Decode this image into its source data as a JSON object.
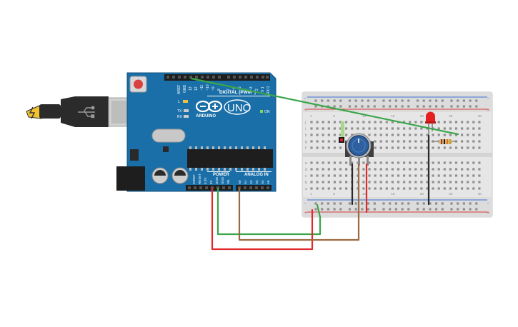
{
  "arduino": {
    "brand": "ARDUINO",
    "model": "UNO",
    "digital_label": "DIGITAL (PWM~)",
    "power_label": "POWER",
    "analog_label": "ANALOG IN",
    "on_label": "ON",
    "l_label": "L",
    "tx_label": "TX",
    "rx_label": "RX",
    "aref_label": "AREF",
    "gnd_label": "GND",
    "digital_pins": [
      "13",
      "12",
      "~11",
      "~10",
      "~9",
      "8",
      "7",
      "~6",
      "~5",
      "4",
      "~3",
      "2",
      "TX 1",
      "RX 0"
    ],
    "power_pins": [
      "IOREF",
      "RESET",
      "3.3V",
      "5V",
      "GND",
      "GND",
      "Vin"
    ],
    "analog_pins": [
      "A0",
      "A1",
      "A2",
      "A3",
      "A4",
      "A5"
    ]
  },
  "breadboard": {
    "row_letters_top": [
      "j",
      "i",
      "h",
      "g",
      "f"
    ],
    "row_letters_bottom": [
      "e",
      "d",
      "c",
      "b",
      "a"
    ],
    "column_numbers": [
      "1",
      "",
      "",
      "",
      "5",
      "",
      "",
      "",
      "",
      "10",
      "",
      "",
      "",
      "",
      "15",
      "",
      "",
      "",
      "",
      "20",
      "",
      "",
      "",
      "",
      "25",
      "",
      "",
      "",
      "",
      "30"
    ],
    "plus_label": "+",
    "minus_label": "-"
  },
  "colors": {
    "board_blue": "#1a6fa8",
    "wire_green": "#3aa64a",
    "wire_red": "#e02a2a",
    "wire_brown": "#9a6b43",
    "wire_black": "#2a2a2a",
    "rail_red": "#d43a3a",
    "rail_blue": "#3a6fd4",
    "led_red": "#e42020",
    "pot_blue": "#2e5f9e"
  }
}
